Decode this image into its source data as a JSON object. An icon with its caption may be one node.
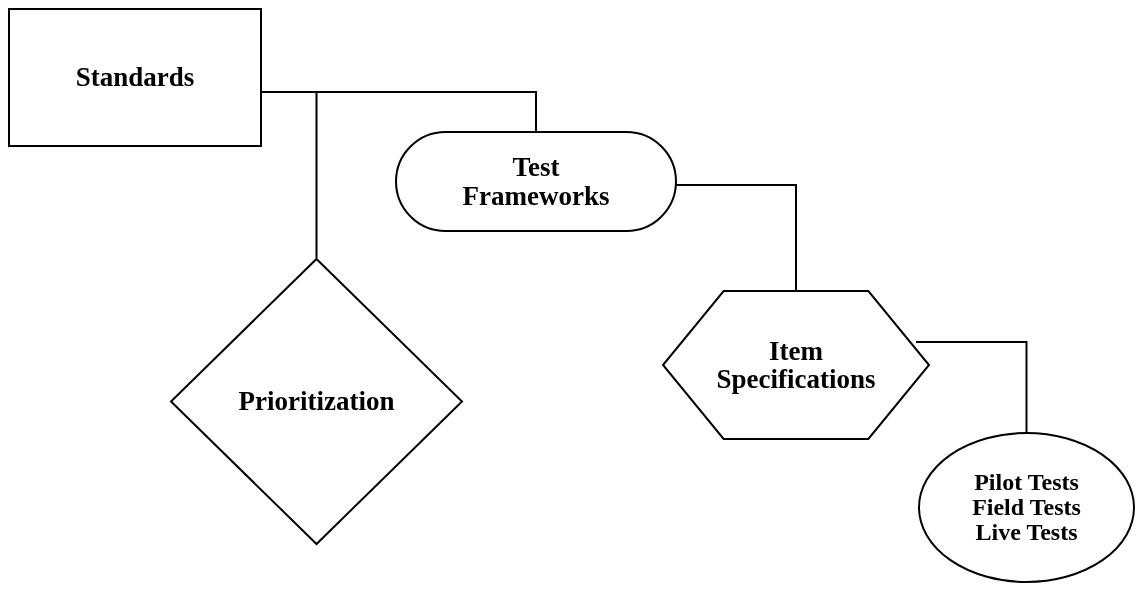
{
  "diagram": {
    "nodes": [
      {
        "text": [
          "Standards"
        ]
      },
      {
        "text": [
          "Test Frameworks"
        ]
      },
      {
        "text": [
          "Prioritization"
        ]
      },
      {
        "text": [
          "Item Specifications"
        ]
      },
      {
        "text": [
          "Pilot Tests",
          "Field Tests",
          "Live Tests"
        ]
      }
    ],
    "edges": [
      {
        "from": 0,
        "to": 1,
        "arrow": "none"
      },
      {
        "from": 0,
        "to": 2,
        "arrow": "none"
      },
      {
        "from": 1,
        "to": 3,
        "arrow": "none"
      },
      {
        "from": 3,
        "to": 4,
        "arrow": "none"
      }
    ]
  }
}
